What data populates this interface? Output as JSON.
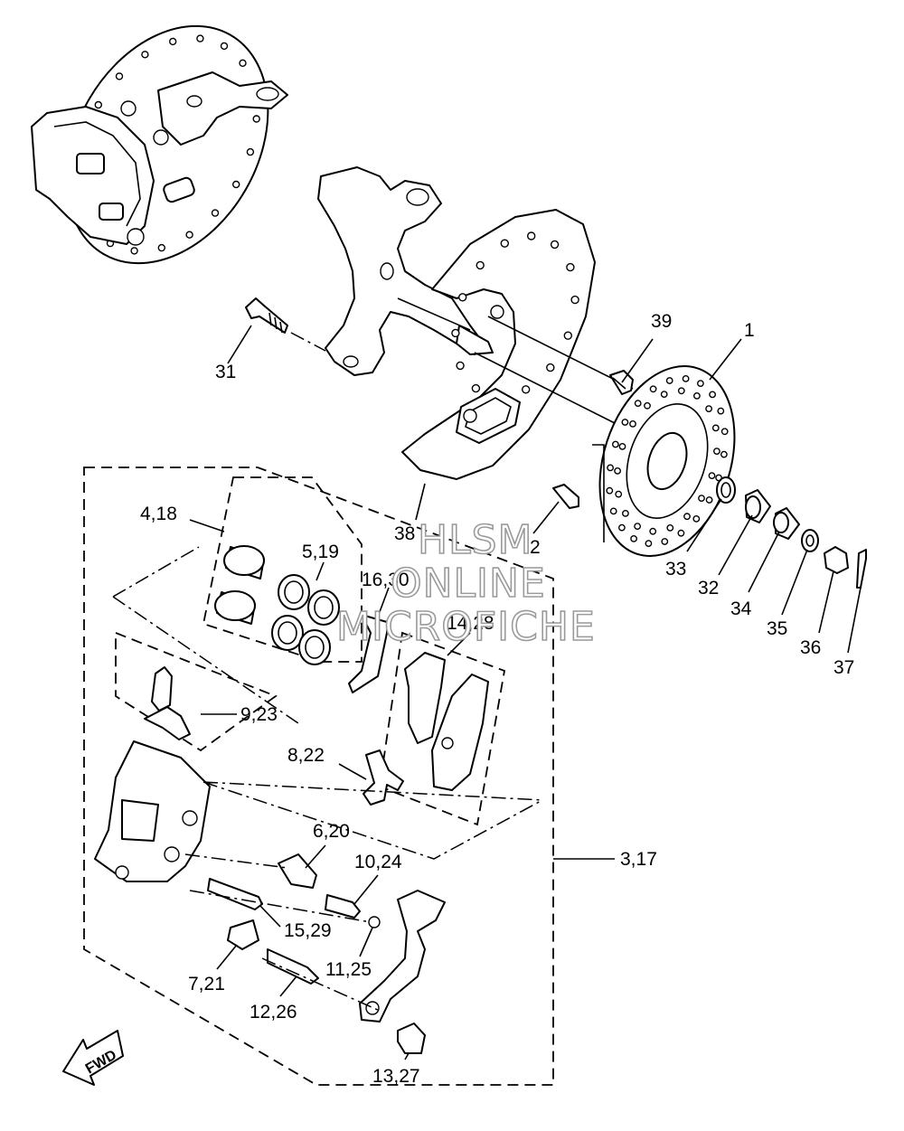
{
  "watermark": {
    "line1": "HLSM",
    "line2": "ONLINE",
    "line3": "MICROFICHE"
  },
  "fwd_label": "FWD",
  "callouts": [
    {
      "id": "c1",
      "text": "1"
    },
    {
      "id": "c2",
      "text": "2"
    },
    {
      "id": "c31",
      "text": "31"
    },
    {
      "id": "c39",
      "text": "39"
    },
    {
      "id": "c38",
      "text": "38"
    },
    {
      "id": "c33",
      "text": "33"
    },
    {
      "id": "c32",
      "text": "32"
    },
    {
      "id": "c34",
      "text": "34"
    },
    {
      "id": "c35",
      "text": "35"
    },
    {
      "id": "c36",
      "text": "36"
    },
    {
      "id": "c37",
      "text": "37"
    },
    {
      "id": "c4_18",
      "text": "4,18"
    },
    {
      "id": "c5_19",
      "text": "5,19"
    },
    {
      "id": "c16_30",
      "text": "16,30"
    },
    {
      "id": "c14_28",
      "text": "14,28"
    },
    {
      "id": "c9_23",
      "text": "9,23"
    },
    {
      "id": "c8_22",
      "text": "8,22"
    },
    {
      "id": "c6_20",
      "text": "6,20"
    },
    {
      "id": "c10_24",
      "text": "10,24"
    },
    {
      "id": "c3_17",
      "text": "3,17"
    },
    {
      "id": "c15_29",
      "text": "15,29"
    },
    {
      "id": "c7_21",
      "text": "7,21"
    },
    {
      "id": "c11_25",
      "text": "11,25"
    },
    {
      "id": "c12_26",
      "text": "12,26"
    },
    {
      "id": "c13_27",
      "text": "13,27"
    }
  ]
}
